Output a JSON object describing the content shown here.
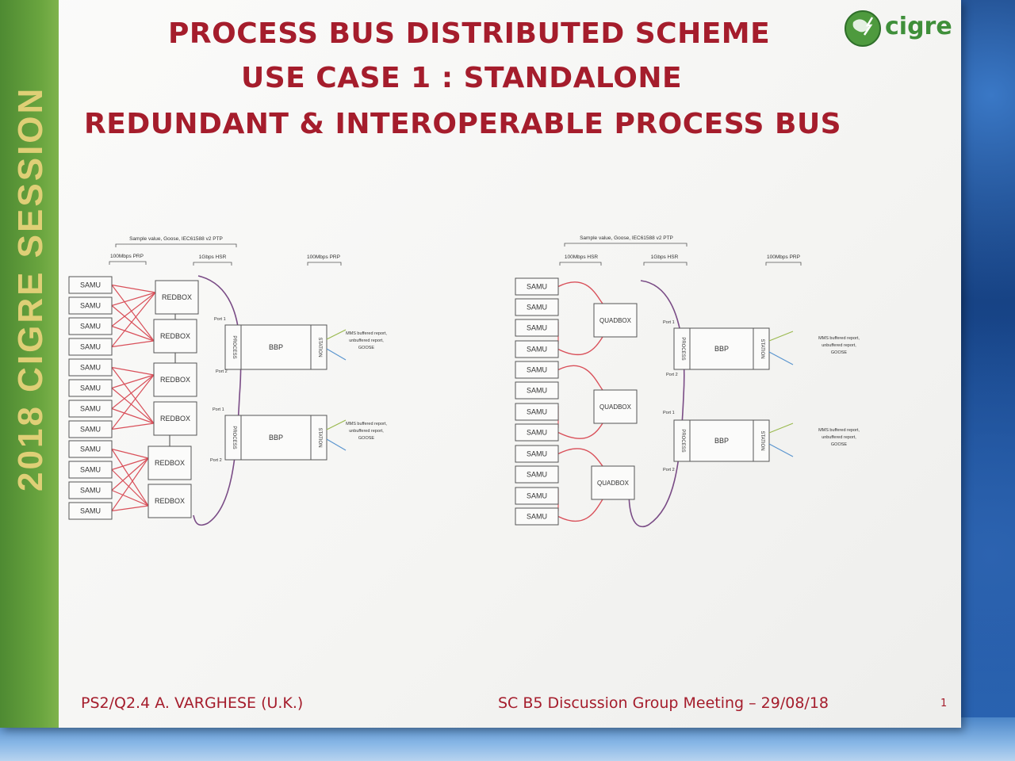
{
  "side_label": "2018 CIGRE  SESSION",
  "logo_text": "cigre",
  "titles": [
    "PROCESS BUS DISTRIBUTED SCHEME",
    "USE CASE 1 : STANDALONE",
    "REDUNDANT & INTEROPERABLE PROCESS BUS"
  ],
  "left_diagram": {
    "top_label": "Sample value, Goose, IEC61588 v2 PTP",
    "label_a": "100Mbps PRP",
    "label_b": "1Gbps HSR",
    "label_c": "100Mbps PRP",
    "samu": "SAMU",
    "box": "REDBOX",
    "bbp": "BBP",
    "process": "PROCESS",
    "station": "STATION",
    "port1": "Port 1",
    "port2": "Port 2",
    "mms": [
      "MMS buffered report,",
      "unbuffered report,",
      "GOOSE"
    ]
  },
  "right_diagram": {
    "top_label": "Sample value, Goose, IEC61588 v2 PTP",
    "label_a": "100Mbps HSR",
    "label_b": "1Gbps HSR",
    "label_c": "100Mbps PRP",
    "samu": "SAMU",
    "box": "QUADBOX",
    "bbp": "BBP",
    "process": "PROCESS",
    "station": "STATION",
    "port1": "Port 1",
    "port2": "Port 2",
    "mms": [
      "MMS buffered report,",
      "unbuffered report,",
      "GOOSE"
    ]
  },
  "footer_left": "PS2/Q2.4 A. VARGHESE (U.K.)",
  "footer_right": "SC B5 Discussion Group Meeting  –  29/08/18",
  "page_number": "1",
  "colors": {
    "title_red": "#a51d2c",
    "side_green": "#5f9b3a",
    "link_red": "#d9505a",
    "ring_purple": "#7a4c86",
    "link_green": "#9ab94e",
    "link_blue": "#5a95cf"
  }
}
